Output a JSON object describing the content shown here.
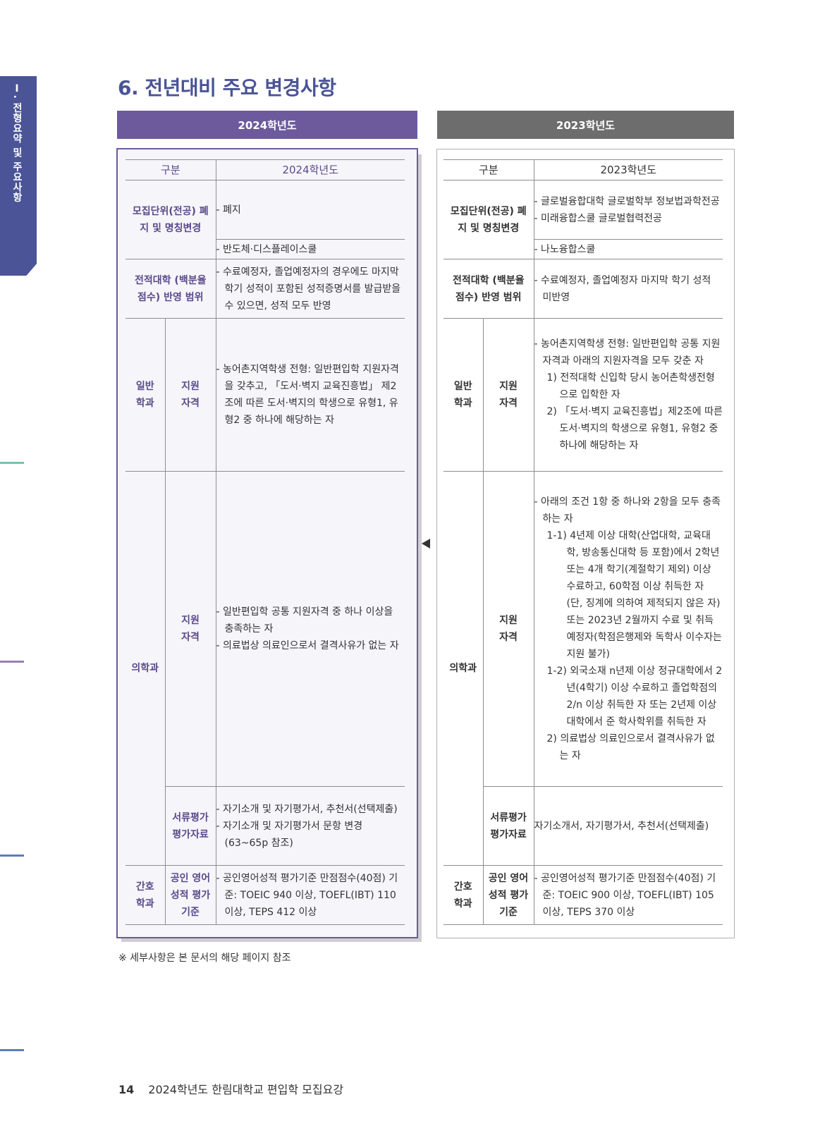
{
  "side_tab": {
    "text": "Ⅰ. 전형요약 및 주요사항",
    "color": "#4a5497"
  },
  "page_title": "6. 전년대비 주요 변경사항",
  "colors": {
    "new_header": "#6c5a9c",
    "old_header": "#6d6d6d",
    "accent_text": "#5a4a8a",
    "side_marks": [
      "#7dbfae",
      "#9a7fb0",
      "#5a7fb8",
      "#5a7fb8"
    ]
  },
  "new_header": "2024학년도",
  "old_header": "2023학년도",
  "table_new": {
    "col_category": "구분",
    "col_content": "2024학년도",
    "rows": {
      "unit_change": {
        "category": "모집단위(전공) 폐지 및 명칭변경",
        "content_a": [
          "- 폐지"
        ],
        "content_b": [
          "- 반도체·디스플레이스쿨"
        ]
      },
      "transfer_scope": {
        "category": "전적대학 (백분율점수) 반영 범위",
        "content": [
          "- 수료예정자, 졸업예정자의 경우에도 마지막 학기 성적이 포함된 성적증명서를 발급받을 수 있으면, 성적 모두 반영"
        ]
      },
      "general_dept": {
        "category": "일반 학과",
        "sub": "지원 자격",
        "content": [
          "- 농어촌지역학생 전형: 일반편입학 지원자격을 갖추고, 「도서·벽지 교육진흥법」 제2조에 따른 도서·벽지의 학생으로 유형1, 유형2 중 하나에 해당하는 자"
        ]
      },
      "medical_dept": {
        "category": "의학과",
        "sub_qual": "지원 자격",
        "qual_content": [
          "- 일반편입학 공통 지원자격 중 하나 이상을 충족하는 자",
          "- 의료법상 의료인으로서 결격사유가 없는 자"
        ],
        "sub_docs": "서류평가 평가자료",
        "docs_content": [
          "- 자기소개 및 자기평가서, 추천서(선택제출)",
          "- 자기소개 및 자기평가서 문항 변경 (63~65p 참조)"
        ]
      },
      "nursing_dept": {
        "category": "간호 학과",
        "sub": "공인 영어성적 평가기준",
        "content": [
          "- 공인영어성적 평가기준 만점점수(40점) 기준: TOEIC 940 이상, TOEFL(IBT) 110 이상, TEPS 412 이상"
        ]
      }
    }
  },
  "table_old": {
    "col_category": "구분",
    "col_content": "2023학년도",
    "rows": {
      "unit_change": {
        "category": "모집단위(전공) 폐지 및 명칭변경",
        "content_a": [
          "- 글로벌융합대학 글로벌학부 정보법과학전공",
          "- 미래융합스쿨 글로벌협력전공"
        ],
        "content_b": [
          "- 나노융합스쿨"
        ]
      },
      "transfer_scope": {
        "category": "전적대학 (백분율점수) 반영 범위",
        "content": [
          "- 수료예정자, 졸업예정자 마지막 학기 성적 미반영"
        ]
      },
      "general_dept": {
        "category": "일반 학과",
        "sub": "지원 자격",
        "content_intro": "- 농어촌지역학생 전형: 일반편입학 공통 지원자격과 아래의 지원자격을 모두 갖춘 자",
        "items": [
          "1) 전적대학 신입학 당시 농어촌학생전형으로 입학한 자",
          "2) 「도서·벽지 교육진흥법」제2조에 따른 도서·벽지의 학생으로 유형1, 유형2 중 하나에 해당하는 자"
        ]
      },
      "medical_dept": {
        "category": "의학과",
        "sub_qual": "지원 자격",
        "qual_intro": "- 아래의 조건 1항 중 하나와 2항을 모두 충족하는 자",
        "qual_item_1_1": "1-1) 4년제 이상 대학(산업대학, 교육대학, 방송통신대학 등 포함)에서 2학년 또는 4개 학기(계절학기 제외) 이상 수료하고, 60학점 이상 취득한 자 (단, 징계에 의하여 제적되지 않은 자) 또는 2023년 2월까지 수료 및 취득 예정자(학점은행제와 독학사 이수자는 지원 불가)",
        "qual_item_1_2": "1-2) 외국소재 n년제 이상 정규대학에서 2년(4학기) 이상 수료하고 졸업학점의 2/n 이상 취득한 자 또는 2년제 이상 대학에서 준 학사학위를 취득한 자",
        "qual_item_2": "2) 의료법상 의료인으로서 결격사유가 없는 자",
        "sub_docs": "서류평가 평가자료",
        "docs_content": "자기소개서, 자기평가서, 추천서(선택제출)"
      },
      "nursing_dept": {
        "category": "간호 학과",
        "sub": "공인 영어성적 평가기준",
        "content": [
          "- 공인영어성적 평가기준 만점점수(40점) 기준: TOEIC 900 이상, TOEFL(IBT) 105 이상, TEPS 370 이상"
        ]
      }
    }
  },
  "note": "※ 세부사항은 본 문서의 해당 페이지 참조",
  "footer": {
    "page_number": "14",
    "doc_title": "2024학년도 한림대학교 편입학 모집요강"
  }
}
